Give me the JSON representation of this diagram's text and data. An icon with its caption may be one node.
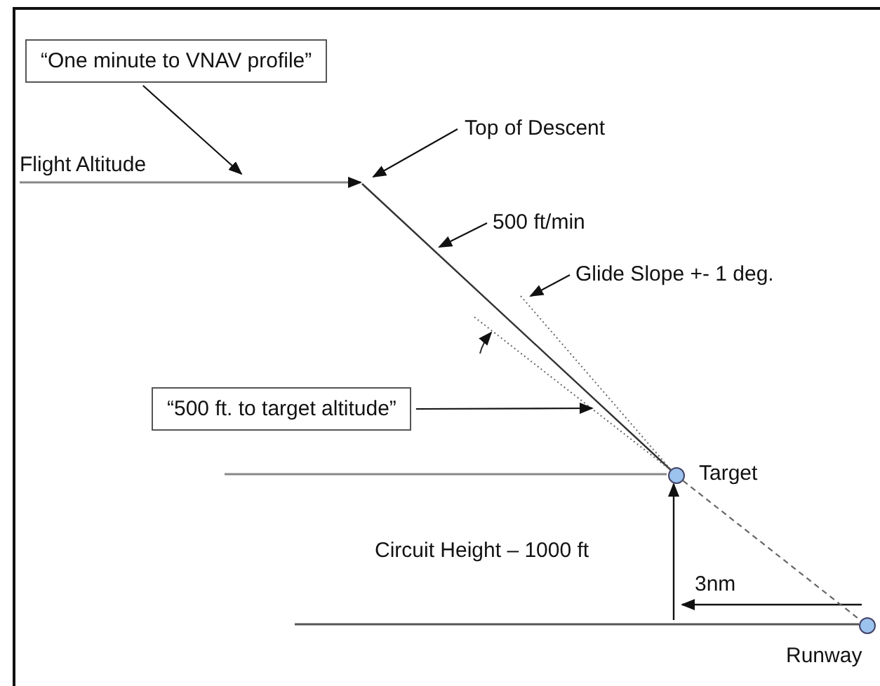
{
  "diagram": {
    "nodes": [
      {
        "text": [
          "“One minute to VNAV profile”"
        ]
      },
      {
        "text": [
          "Top of Descent"
        ]
      },
      {
        "text": [
          "500 ft/min"
        ]
      },
      {
        "text": [
          "Glide Slope +- 1 deg."
        ]
      },
      {
        "text": [
          "“500 ft. to target altitude”"
        ]
      },
      {
        "text": [],
        "shape": "circle",
        "beside": [
          "Target"
        ]
      },
      {
        "text": [],
        "shape": "circle",
        "beside": [
          "Runway"
        ]
      }
    ],
    "edges": [
      {
        "from": 0,
        "to": null,
        "arrow": "to"
      },
      {
        "from": 1,
        "to": null,
        "arrow": "to"
      },
      {
        "from": 2,
        "to": null,
        "arrow": "to"
      },
      {
        "from": 3,
        "to": null,
        "arrow": "to"
      },
      {
        "from": 4,
        "to": null,
        "arrow": "to"
      },
      {
        "from": 5,
        "to": 6,
        "arrow": "none",
        "style": "dashed"
      }
    ],
    "labels": [
      "Flight Altitude",
      "Circuit Height – 1000 ft",
      "3nm"
    ]
  }
}
